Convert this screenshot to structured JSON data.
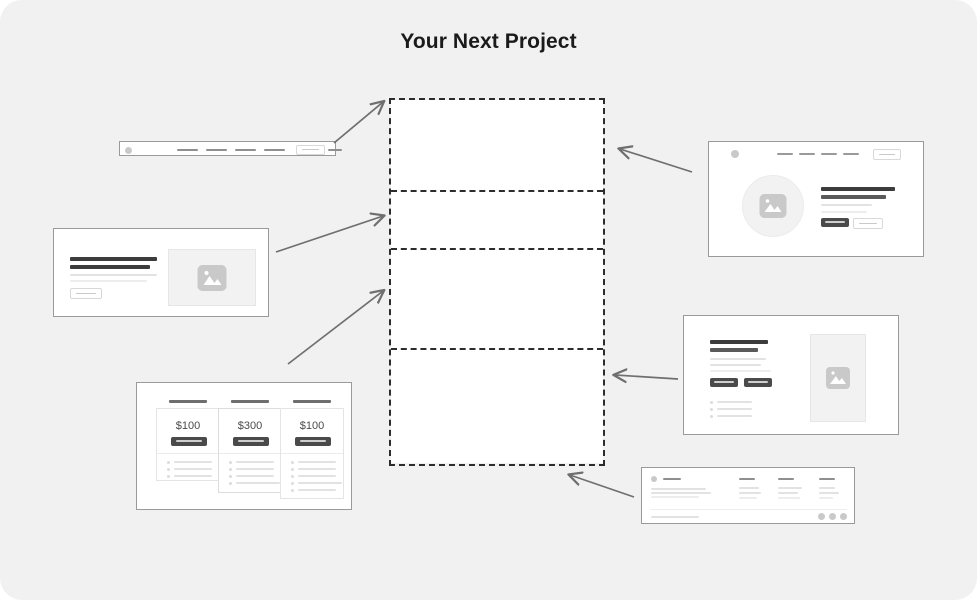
{
  "page": {
    "title": "Your Next Project",
    "background_color": "#f1f1f1",
    "canvas_color": "#ffffff"
  },
  "drop_container": {
    "name": "component-drop-area",
    "slot_count": 4,
    "border_style": "dashed",
    "border_color": "#2c2c2c",
    "slot_fill": "#ffffff",
    "slots": [
      {
        "label": ""
      },
      {
        "label": ""
      },
      {
        "label": ""
      },
      {
        "label": ""
      }
    ]
  },
  "components": [
    {
      "id": "navbar",
      "name": "navbar-component",
      "type": "navbar",
      "menu_item_count": 4,
      "has_logo": true,
      "has_cta_button": true
    },
    {
      "id": "hero-split",
      "name": "hero-split-component",
      "type": "hero",
      "heading_lines": 2,
      "paragraph_lines": 2,
      "button_count": 1,
      "has_image": true
    },
    {
      "id": "pricing",
      "name": "pricing-component",
      "type": "pricing",
      "tiers": [
        {
          "price": "$100",
          "featured": false,
          "feature_count": 3
        },
        {
          "price": "$300",
          "featured": true,
          "feature_count": 4
        },
        {
          "price": "$100",
          "featured": false,
          "feature_count": 5
        }
      ]
    },
    {
      "id": "page-layout",
      "name": "page-layout-component",
      "type": "landing-page",
      "menu_item_count": 4,
      "has_circular_image": true,
      "heading_lines": 2,
      "paragraph_lines": 2,
      "button_count": 2
    },
    {
      "id": "feature-hero",
      "name": "feature-hero-component",
      "type": "feature",
      "heading_lines": 2,
      "paragraph_lines": 3,
      "button_count": 2,
      "bullet_count": 3,
      "has_image": true
    },
    {
      "id": "footer",
      "name": "footer-component",
      "type": "footer",
      "link_columns": 3,
      "links_per_column": 3,
      "social_dot_count": 3,
      "has_logo": true
    }
  ],
  "arrows": [
    {
      "from": "navbar",
      "to": "drop-container",
      "direction": "up-right"
    },
    {
      "from": "hero-split",
      "to": "drop-container",
      "direction": "up-right"
    },
    {
      "from": "pricing",
      "to": "drop-container",
      "direction": "up-right"
    },
    {
      "from": "page-layout",
      "to": "drop-container",
      "direction": "up-left"
    },
    {
      "from": "feature-hero",
      "to": "drop-container",
      "direction": "left"
    },
    {
      "from": "footer",
      "to": "drop-container",
      "direction": "up-left"
    }
  ]
}
